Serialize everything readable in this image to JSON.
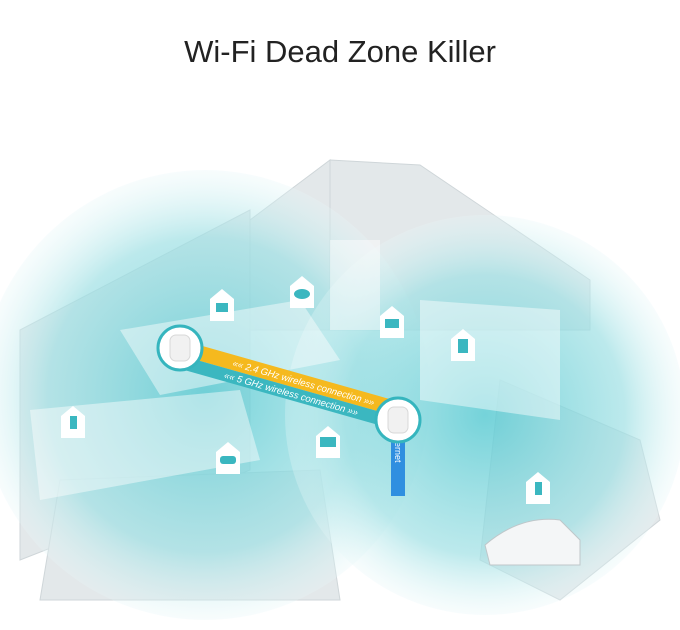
{
  "title": "Wi-Fi Dead Zone Killer",
  "band_24": "«« 2.4 GHz wireless connection »»",
  "band_5": "«« 5 GHz wireless connection »»",
  "internet_label": "Internet",
  "colors": {
    "coverage": "#7fd6dc",
    "band_24": "#f5b91e",
    "band_5": "#3bb7c0",
    "internet": "#2f8fe0",
    "node_ring": "#35b5be"
  },
  "devices": [
    "smart-home-icon",
    "cloud-icon",
    "computer-icon",
    "tablet-icon",
    "phone-icon",
    "gamepad-icon",
    "tv-icon",
    "phone-icon"
  ]
}
